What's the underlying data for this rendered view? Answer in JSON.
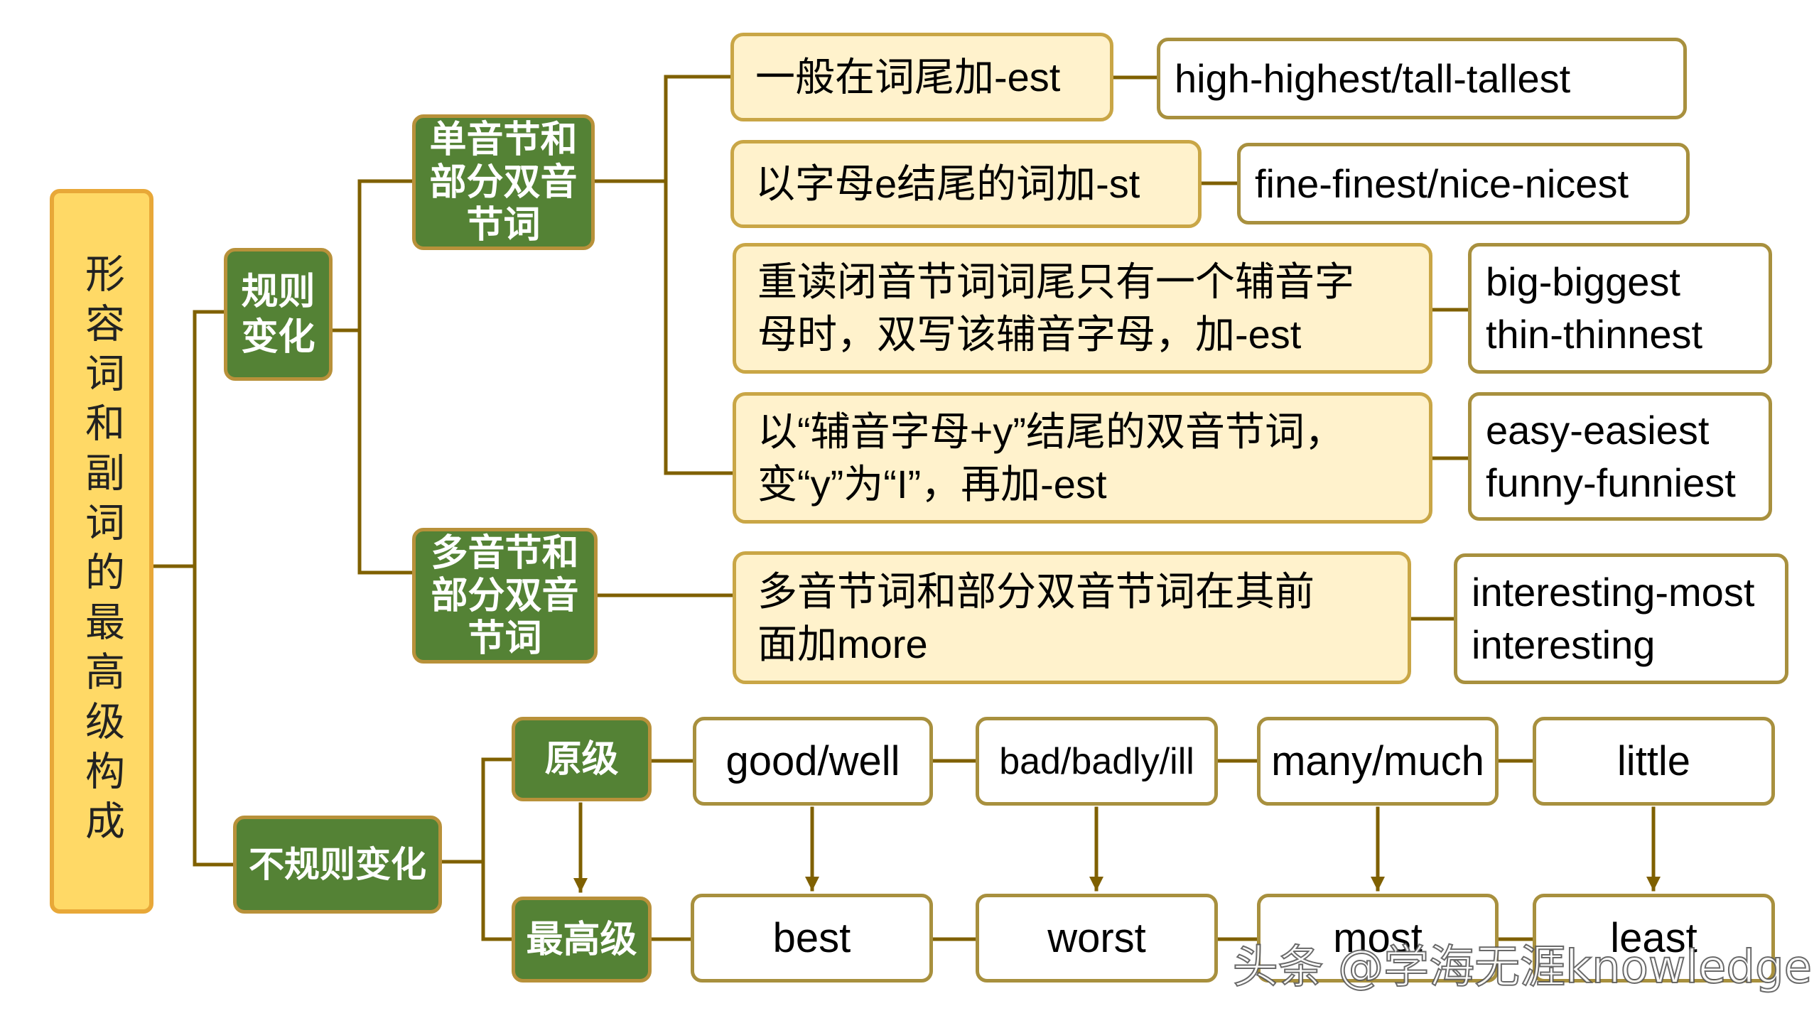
{
  "title": "形容词和副词的最高级构成",
  "regular": {
    "label_lines": [
      "规则",
      "变化"
    ],
    "monosyllabic": {
      "label_lines": [
        "单音节和",
        "部分双音",
        "节词"
      ],
      "rules": [
        {
          "rule_lines": [
            "一般在词尾加-est"
          ],
          "example_lines": [
            "high-highest/tall-tallest"
          ]
        },
        {
          "rule_lines": [
            "以字母e结尾的词加-st"
          ],
          "example_lines": [
            "fine-finest/nice-nicest"
          ]
        },
        {
          "rule_lines": [
            "重读闭音节词词尾只有一个辅音字",
            "母时，双写该辅音字母，加-est"
          ],
          "example_lines": [
            "big-biggest",
            "thin-thinnest"
          ]
        },
        {
          "rule_lines": [
            "以“辅音字母+y”结尾的双音节词，",
            "变“y”为“I”，再加-est"
          ],
          "example_lines": [
            "easy-easiest",
            "funny-funniest"
          ]
        }
      ]
    },
    "polysyllabic": {
      "label_lines": [
        "多音节和",
        "部分双音",
        "节词"
      ],
      "rules": [
        {
          "rule_lines": [
            "多音节词和部分双音节词在其前",
            "面加more"
          ],
          "example_lines": [
            "interesting-most",
            "interesting"
          ]
        }
      ]
    }
  },
  "irregular": {
    "label": "不规则变化",
    "positive_label": "原级",
    "superlative_label": "最高级",
    "pairs": [
      {
        "positive": "good/well",
        "superlative": "best"
      },
      {
        "positive": "bad/badly/ill",
        "superlative": "worst"
      },
      {
        "positive": "many/much",
        "superlative": "most"
      },
      {
        "positive": "little",
        "superlative": "least"
      }
    ]
  },
  "watermark": "头条 @学海无涯knowledge",
  "colors": {
    "root_fill": "#FFD966",
    "root_border": "#E8A838",
    "node_fill": "#548235",
    "node_border": "#B8913A",
    "rule_fill": "#FFF2CC",
    "rule_border": "#C9A646",
    "example_border": "#A8903E",
    "line": "#7F6000"
  }
}
